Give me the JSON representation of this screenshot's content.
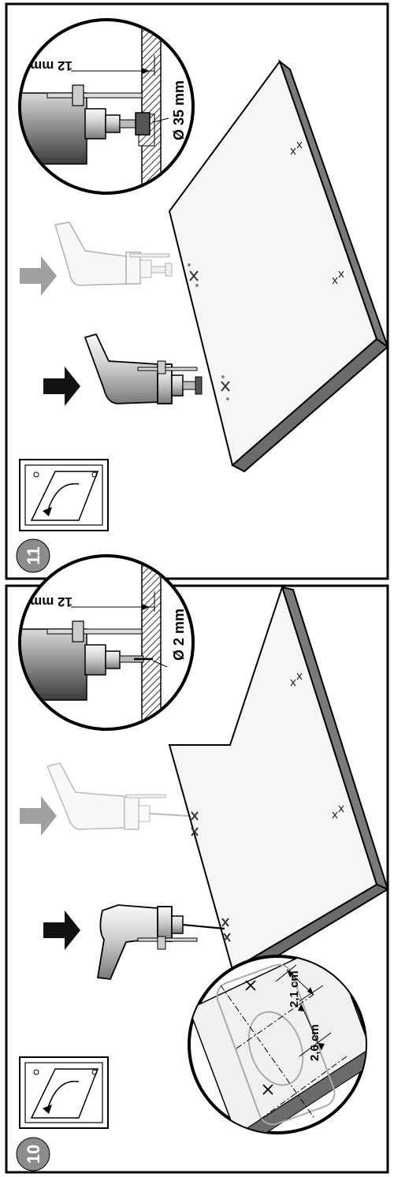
{
  "panels": [
    {
      "step": "11",
      "detail_diameter": "Ø 35 mm",
      "detail_depth": "12 mm"
    },
    {
      "step": "10",
      "detail_diameter": "Ø 2 mm",
      "detail_depth": "12 mm",
      "hinge_dim_a": "2,1 cm",
      "hinge_dim_b": "2,6 cm"
    }
  ],
  "colors": {
    "outline": "#000000",
    "board_edge": "#6b6b6b",
    "board_face": "#f4f4f4",
    "ghost": "#bdbdbd",
    "arrow_dark": "#111111",
    "arrow_light": "#a0a0a0",
    "badge": "#8c8c8c"
  },
  "icons": [
    "drill-icon",
    "hole-saw-icon",
    "drill-bit-icon",
    "arrow-right-icon",
    "door-swing-icon",
    "magnifier-detail-icon"
  ]
}
